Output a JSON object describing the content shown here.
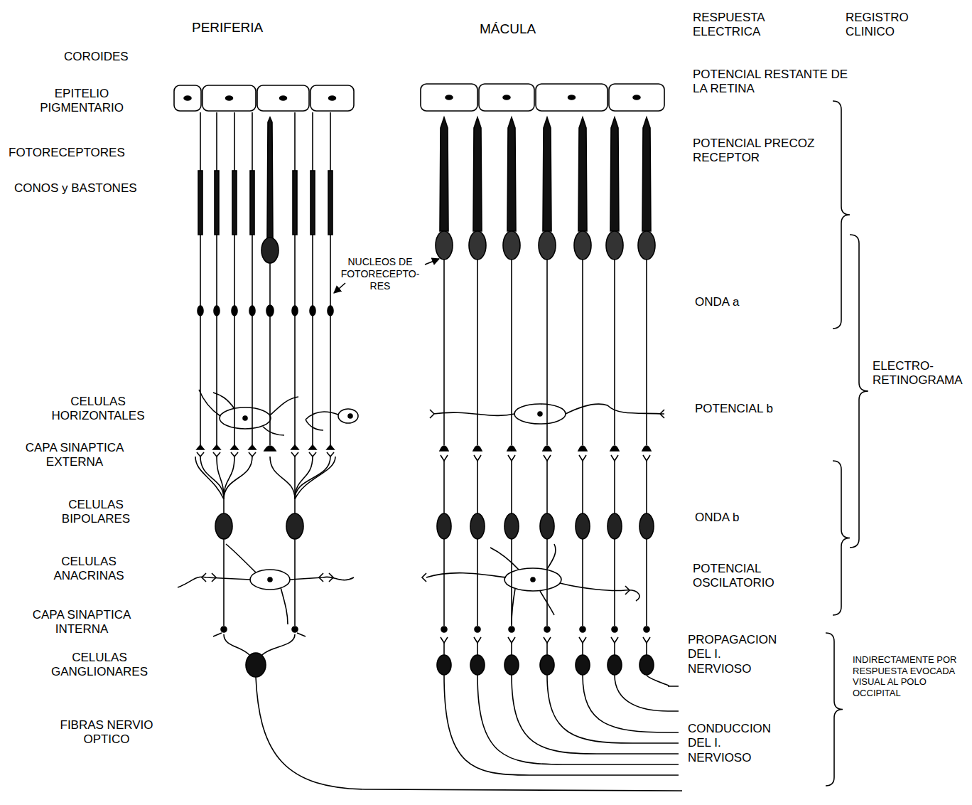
{
  "diagram": {
    "labels": [
      "PERIFERIA",
      "MÁCULA",
      "RESPUESTA ELECTRICA",
      "REGISTRO CLINICO",
      "COROIDES",
      "EPITELIO PIGMENTARIO",
      "FOTORECEPTORES",
      "CONOS y BASTONES",
      "POTENCIAL RESTANTE DE LA RETINA",
      "POTENCIAL PRECOZ RECEPTOR",
      "NUCLEOS DE FOTORECEPTO- RES",
      "ONDA a",
      "ELECTRO- RETINOGRAMA",
      "CELULAS HORIZONTALES",
      "CAPA SINAPTICA EXTERNA",
      "POTENCIAL b",
      "CELULAS BIPOLARES",
      "ONDA b",
      "CELULAS ANACRINAS",
      "POTENCIAL OSCILATORIO",
      "CAPA SINAPTICA INTERNA",
      "CELULAS GANGLIONARES",
      "PROPAGACION DEL I. NERVIOSO",
      "INDIRECTAMENTE POR RESPUESTA EVOCADA VISUAL AL POLO OCCIPITAL",
      "FIBRAS NERVIO OPTICO",
      "CONDUCCION DEL I. NERVIOSO"
    ]
  }
}
